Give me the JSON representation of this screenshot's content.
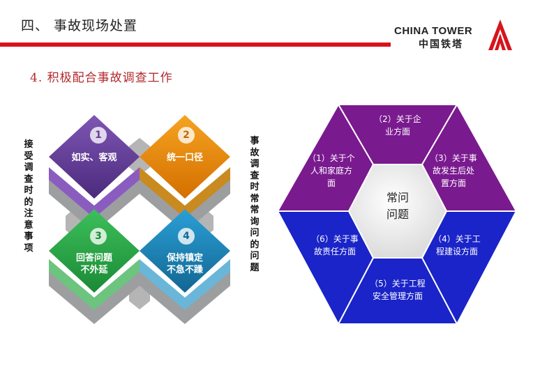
{
  "header": {
    "title": "四、 事故现场处置",
    "brand_en": "CHINA TOWER",
    "brand_zh": "中国铁塔"
  },
  "subtitle": "4. 积极配合事故调查工作",
  "left_vertical_label": "接受调查时的注意事项",
  "mid_vertical_label": "事故调查时常常询问的问题",
  "diamonds": [
    {
      "num": "1",
      "label": "如实、客观",
      "color": "#6a3e99"
    },
    {
      "num": "2",
      "label": "统一口径",
      "color": "#e8890e"
    },
    {
      "num": "3",
      "label": "回答问题\n不外延",
      "color": "#2ea84a"
    },
    {
      "num": "4",
      "label": "保持镇定\n不急不躁",
      "color": "#1a82b8"
    }
  ],
  "hexagon": {
    "center": "常问\n问题",
    "segments": [
      {
        "label": "（2）关于企\n业方面",
        "color": "#7a1a8f"
      },
      {
        "label": "（3）关于事\n故发生后处\n置方面",
        "color": "#7a1a8f"
      },
      {
        "label": "（4）关于工\n程建设方面",
        "color": "#1a24c8"
      },
      {
        "label": "（5）关于工程\n安全管理方面",
        "color": "#1a24c8"
      },
      {
        "label": "（6）关于事\n故责任方面",
        "color": "#1a24c8"
      },
      {
        "label": "（1）关于个\n人和家庭方\n面",
        "color": "#7a1a8f"
      }
    ]
  }
}
